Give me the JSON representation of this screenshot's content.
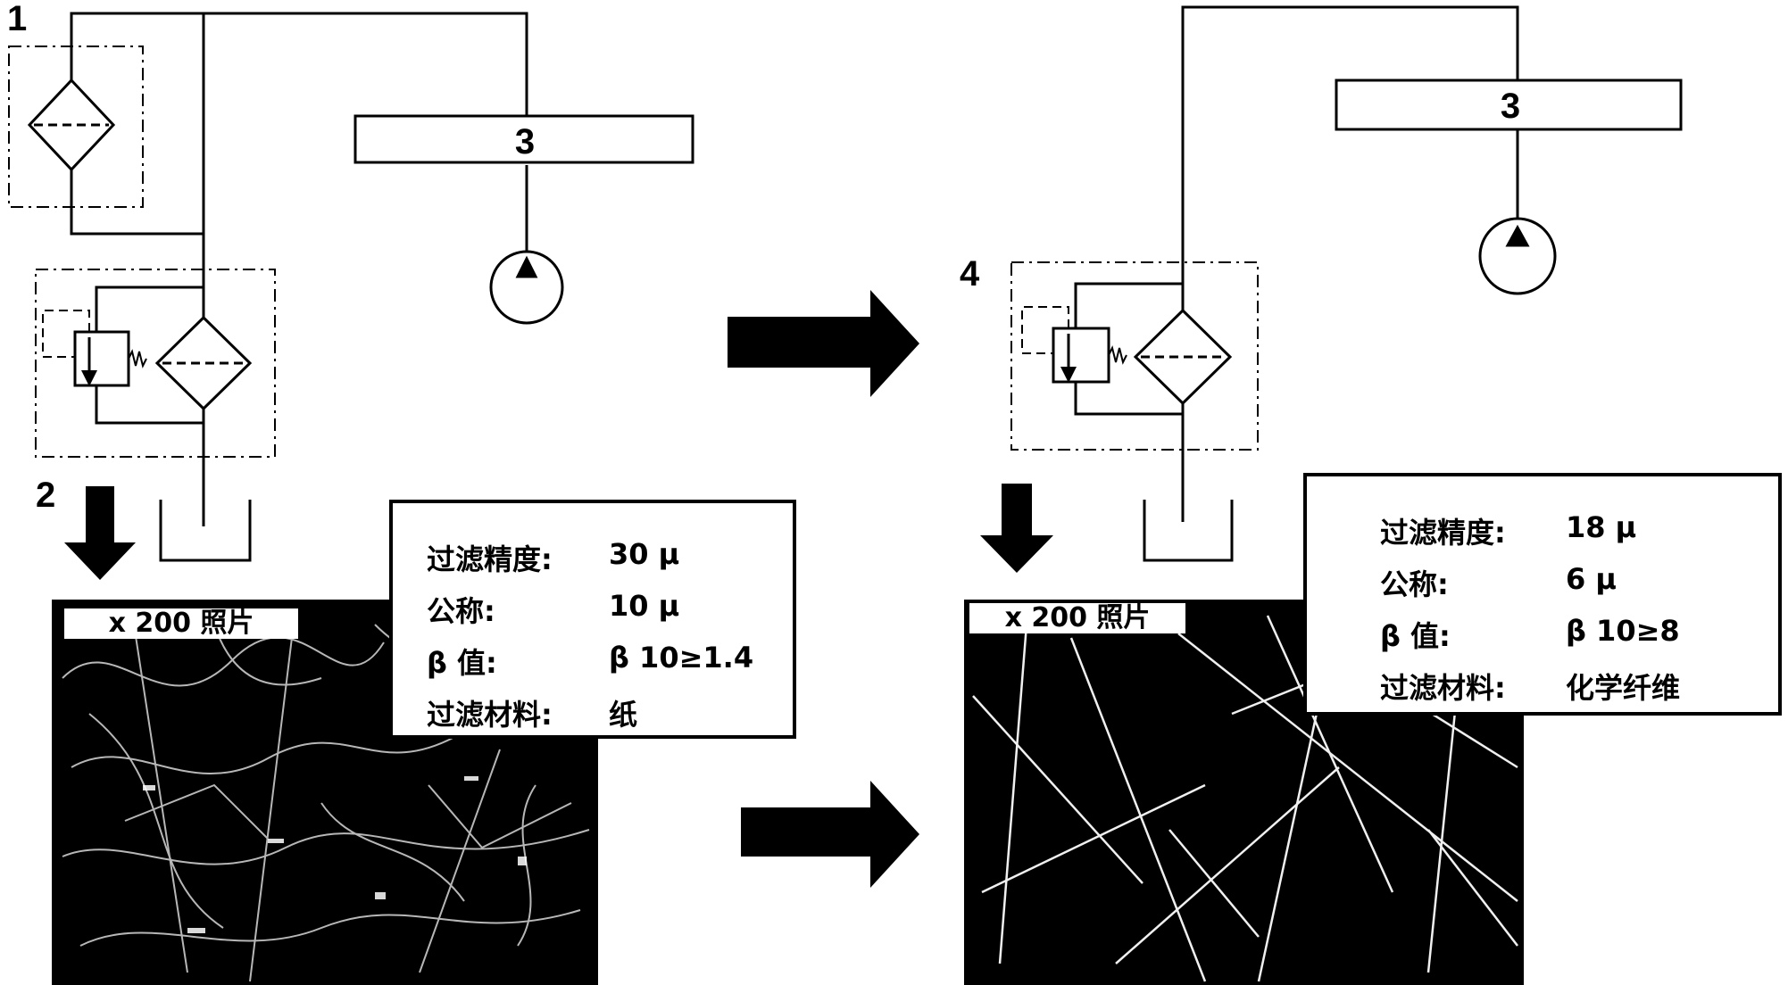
{
  "left": {
    "filter_label": "1",
    "assembly_label": "2",
    "unit_label": "3",
    "specs": [
      {
        "key": "过滤精度:",
        "value": "30 μ"
      },
      {
        "key": "公称:",
        "value": "10 μ"
      },
      {
        "key": "β 值:",
        "value": "β 10≥1.4"
      },
      {
        "key": "过滤材料:",
        "value": "纸"
      }
    ],
    "photo_caption": "x 200 照片"
  },
  "right": {
    "assembly_label": "4",
    "unit_label": "3",
    "specs": [
      {
        "key": "过滤精度:",
        "value": "18 μ"
      },
      {
        "key": "公称:",
        "value": "6 μ"
      },
      {
        "key": "β 值:",
        "value": "β 10≥8"
      },
      {
        "key": "过滤材料:",
        "value": "化学纤维"
      }
    ],
    "photo_caption": "x 200 照片"
  }
}
